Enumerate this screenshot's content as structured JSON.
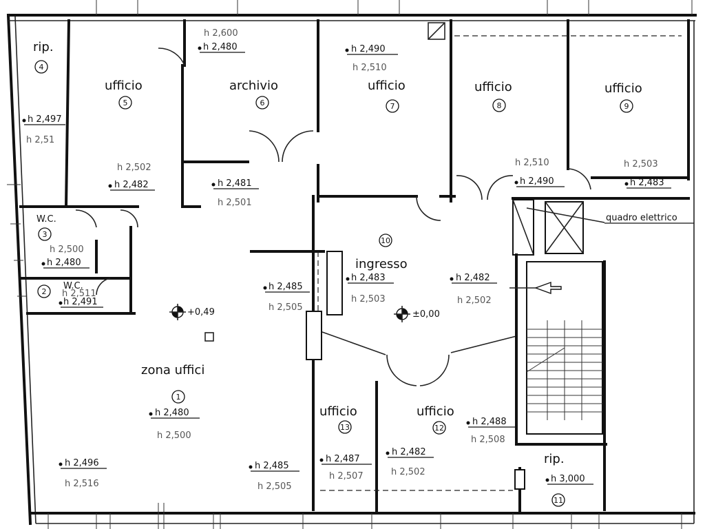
{
  "rooms": [
    {
      "id": "ripostiglio-4",
      "label": "rip.",
      "number": "4"
    },
    {
      "id": "ufficio-5",
      "label": "ufficio",
      "number": "5"
    },
    {
      "id": "archivio-6",
      "label": "archivio",
      "number": "6"
    },
    {
      "id": "ufficio-7",
      "label": "ufficio",
      "number": "7"
    },
    {
      "id": "ufficio-8",
      "label": "ufficio",
      "number": "8"
    },
    {
      "id": "ufficio-9",
      "label": "ufficio",
      "number": "9"
    },
    {
      "id": "wc-3",
      "label": "W.C.",
      "number": "3"
    },
    {
      "id": "wc-2",
      "label": "W.C.",
      "number": "2"
    },
    {
      "id": "ingresso-10",
      "label": "ingresso",
      "number": "10"
    },
    {
      "id": "zona-uffici-1",
      "label": "zona uffici",
      "number": "1"
    },
    {
      "id": "ufficio-13",
      "label": "ufficio",
      "number": "13"
    },
    {
      "id": "ufficio-12",
      "label": "ufficio",
      "number": "12"
    },
    {
      "id": "ripostiglio-11",
      "label": "rip.",
      "number": "11"
    }
  ],
  "heights": [
    {
      "id": "h-4",
      "primary": "h 2,497",
      "secondary": "h 2,51"
    },
    {
      "id": "h-5",
      "primary": "h 2,482",
      "secondary": "h 2,502"
    },
    {
      "id": "h-6-top",
      "primary": "h 2,480",
      "secondary": "h 2,600"
    },
    {
      "id": "h-6",
      "primary": "h 2,481",
      "secondary": "h 2,501"
    },
    {
      "id": "h-7",
      "primary": "h 2,490",
      "secondary": "h 2,510"
    },
    {
      "id": "h-8",
      "primary": "h 2,490",
      "secondary": "h 2,510"
    },
    {
      "id": "h-9",
      "primary": "h 2,483",
      "secondary": "h 2,503"
    },
    {
      "id": "h-3",
      "primary": "h 2,480",
      "secondary": "h 2,500"
    },
    {
      "id": "h-2",
      "primary": "h 2,491",
      "secondary": "h 2,511"
    },
    {
      "id": "h-corr",
      "primary": "h 2,485",
      "secondary": "h 2,505"
    },
    {
      "id": "h-10a",
      "primary": "h 2,483",
      "secondary": "h 2,503"
    },
    {
      "id": "h-10b",
      "primary": "h 2,482",
      "secondary": "h 2,502"
    },
    {
      "id": "h-1",
      "primary": "h 2,480",
      "secondary": "h 2,500"
    },
    {
      "id": "h-1-sw",
      "primary": "h 2,496",
      "secondary": "h 2,516"
    },
    {
      "id": "h-1-se",
      "primary": "h 2,485",
      "secondary": "h 2,505"
    },
    {
      "id": "h-13",
      "primary": "h 2,487",
      "secondary": "h 2,507"
    },
    {
      "id": "h-12a",
      "primary": "h 2,482",
      "secondary": "h 2,502"
    },
    {
      "id": "h-12b",
      "primary": "h 2,488",
      "secondary": "h 2,508"
    },
    {
      "id": "h-11",
      "primary": "h 3,000",
      "secondary": ""
    }
  ],
  "levels": {
    "zona_uffici": "+0,49",
    "ingresso": "±0,00"
  },
  "callouts": {
    "electrical_panel": "quadro elettrico"
  }
}
